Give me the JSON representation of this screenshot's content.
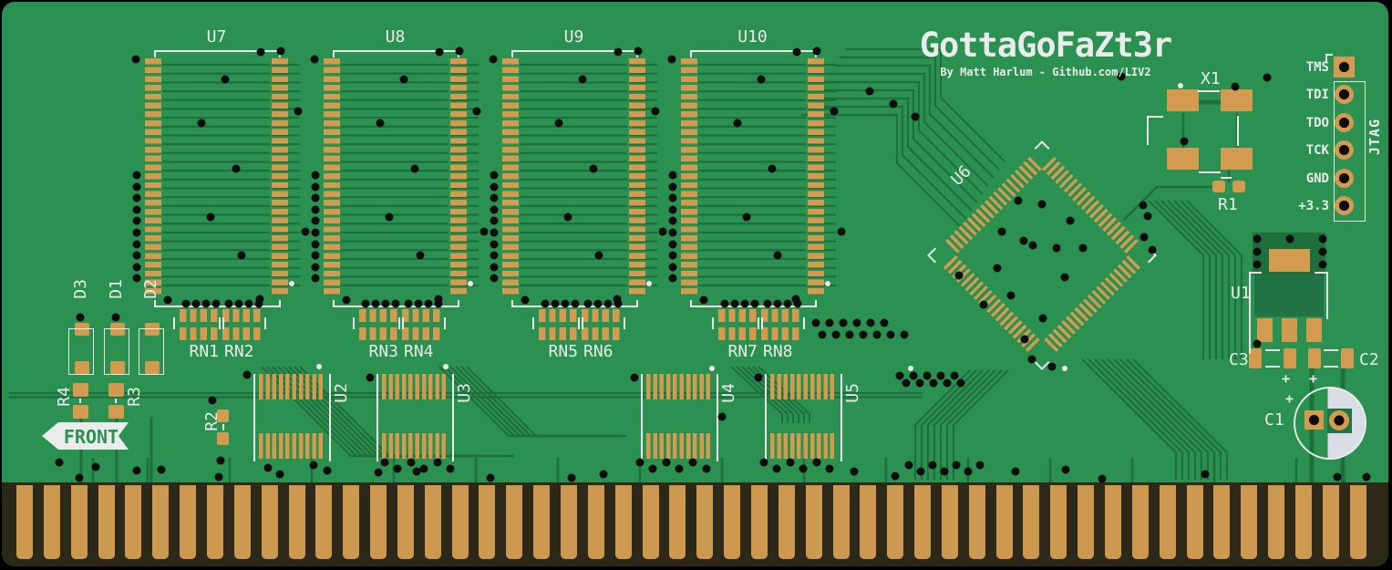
{
  "title": {
    "text": "GottaGoFaZt3r",
    "byline": "By Matt Harlum - Github.com/LIV2"
  },
  "front_marker": "FRONT",
  "jtag": {
    "label": "JTAG",
    "pins": [
      "TMS",
      "TDI",
      "TDO",
      "TCK",
      "GND",
      "+3.3"
    ]
  },
  "components": {
    "dram": [
      "U7",
      "U8",
      "U9",
      "U10"
    ],
    "fpga": "U6",
    "logic": [
      "U2",
      "U3",
      "U4",
      "U5"
    ],
    "rn_pairs": [
      [
        "RN1",
        "RN2"
      ],
      [
        "RN3",
        "RN4"
      ],
      [
        "RN5",
        "RN6"
      ],
      [
        "RN7",
        "RN8"
      ]
    ],
    "regulator": "U1",
    "crystal": "X1",
    "resistors": [
      "R1",
      "R2",
      "R3",
      "R4"
    ],
    "diodes": [
      "D3",
      "D1",
      "D2"
    ],
    "capacitors": [
      "C1",
      "C2",
      "C3"
    ],
    "polarity_mark": "+"
  },
  "colors": {
    "board": "#2b9150",
    "trace": "#1e6f3c",
    "pad_gold": "#d29b50",
    "silkscreen": "#e9ecea",
    "edge_strip": "#2d2817",
    "drill_hole": "#0d0d0d",
    "capacitor_silver": "#d9dde6"
  }
}
